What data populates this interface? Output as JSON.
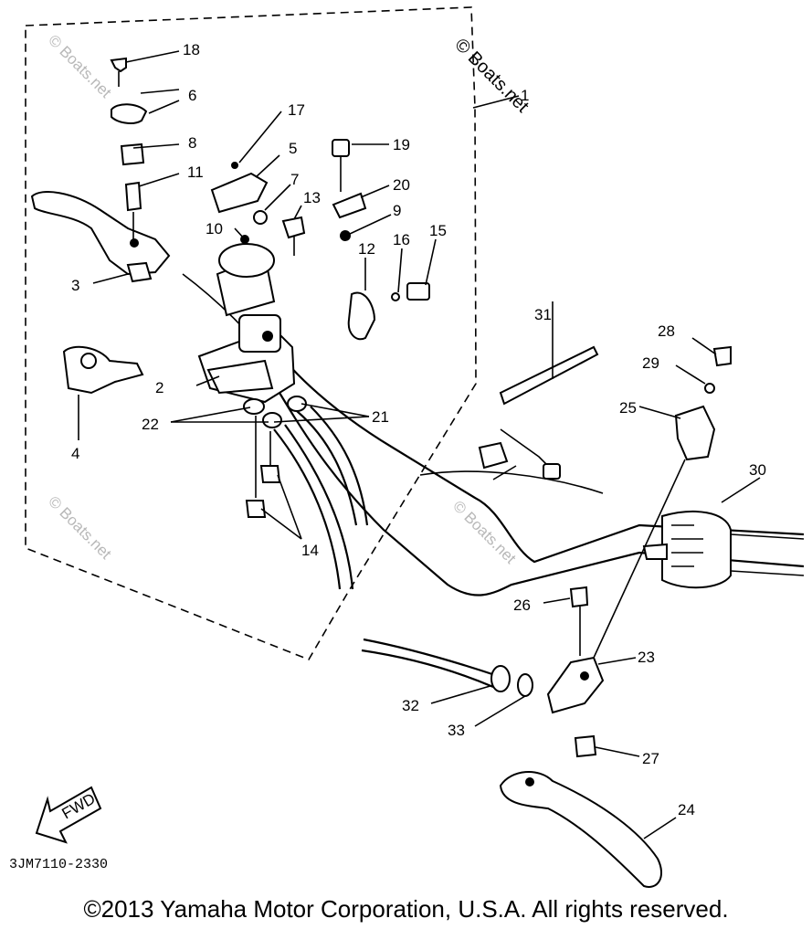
{
  "callouts": {
    "c1": "1",
    "c2": "2",
    "c3": "3",
    "c4": "4",
    "c5": "5",
    "c6": "6",
    "c7": "7",
    "c8": "8",
    "c9": "9",
    "c10": "10",
    "c11": "11",
    "c12": "12",
    "c13": "13",
    "c14": "14",
    "c15": "15",
    "c16": "16",
    "c17": "17",
    "c18": "18",
    "c19": "19",
    "c20": "20",
    "c21": "21",
    "c22": "22",
    "c23": "23",
    "c24": "24",
    "c25": "25",
    "c26": "26",
    "c27": "27",
    "c28": "28",
    "c29": "29",
    "c30": "30",
    "c31": "31",
    "c32": "32",
    "c33": "33"
  },
  "fwd_label": "FWD",
  "part_code": "3JM7110-2330",
  "watermark": "© Boats.net",
  "copyright": "©2013 Yamaha Motor Corporation, U.S.A. All rights reserved.",
  "colors": {
    "ink": "#000000",
    "watermark": "#b8b8b8",
    "background": "#ffffff"
  }
}
